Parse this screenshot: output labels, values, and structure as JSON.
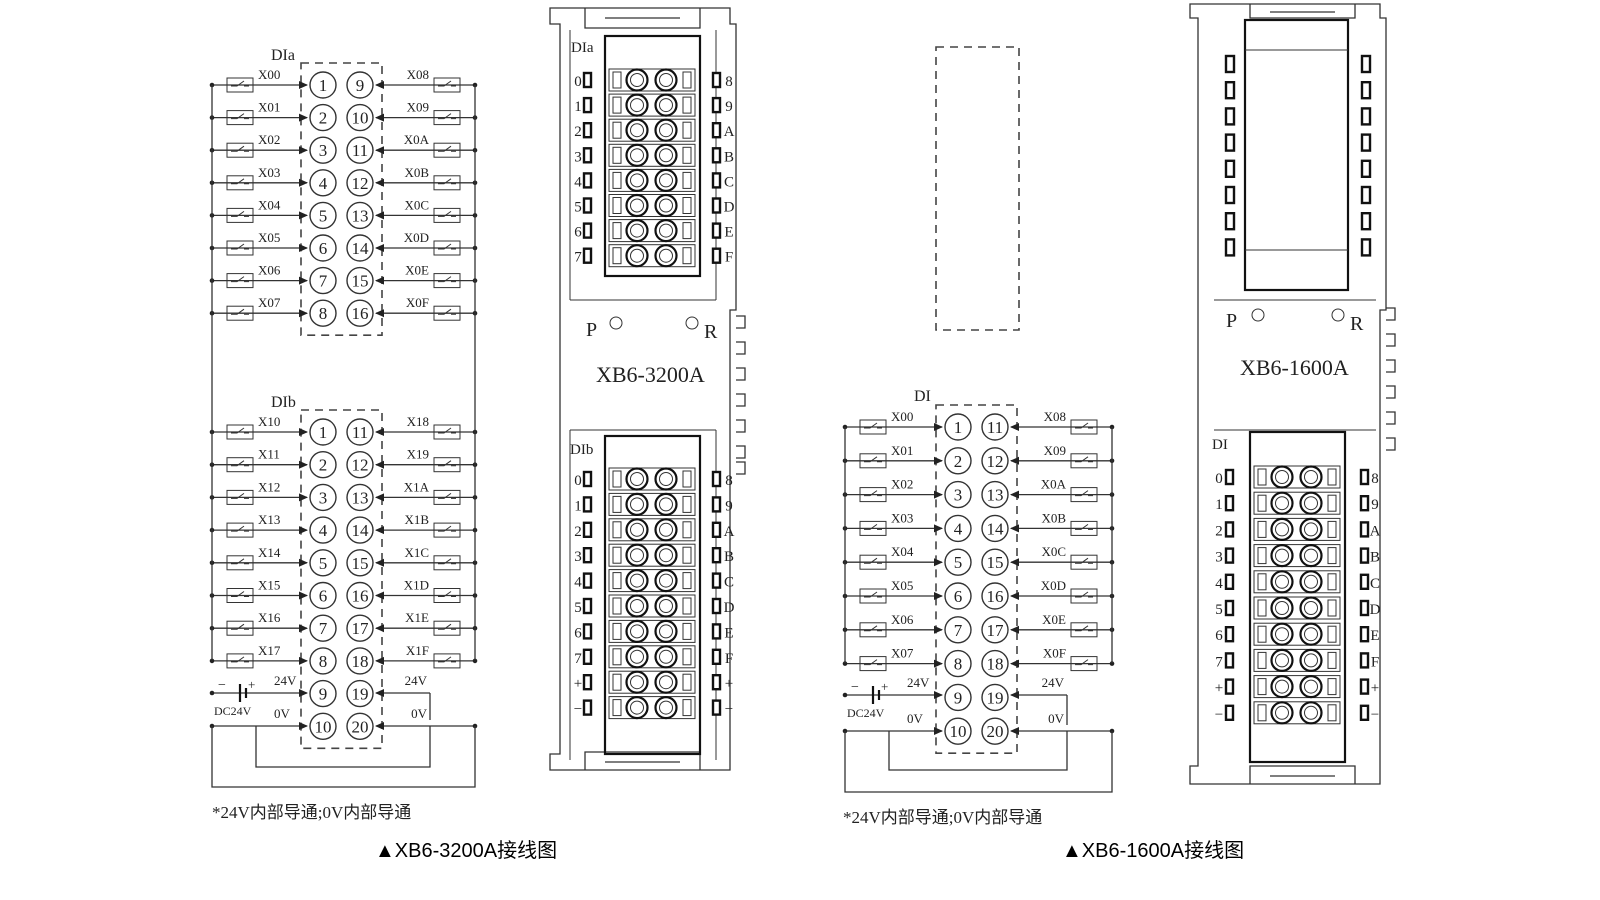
{
  "wiring_3200": {
    "group_a": {
      "title": "DIa",
      "left_labels": [
        "X00",
        "X01",
        "X02",
        "X03",
        "X04",
        "X05",
        "X06",
        "X07"
      ],
      "left_pins": [
        "1",
        "2",
        "3",
        "4",
        "5",
        "6",
        "7",
        "8"
      ],
      "right_labels": [
        "X08",
        "X09",
        "X0A",
        "X0B",
        "X0C",
        "X0D",
        "X0E",
        "X0F"
      ],
      "right_pins": [
        "9",
        "10",
        "11",
        "12",
        "13",
        "14",
        "15",
        "16"
      ]
    },
    "group_b": {
      "title": "DIb",
      "left_labels": [
        "X10",
        "X11",
        "X12",
        "X13",
        "X14",
        "X15",
        "X16",
        "X17"
      ],
      "left_pins": [
        "1",
        "2",
        "3",
        "4",
        "5",
        "6",
        "7",
        "8",
        "9",
        "10"
      ],
      "right_labels": [
        "X18",
        "X19",
        "X1A",
        "X1B",
        "X1C",
        "X1D",
        "X1E",
        "X1F"
      ],
      "right_pins": [
        "11",
        "12",
        "13",
        "14",
        "15",
        "16",
        "17",
        "18",
        "19",
        "20"
      ]
    },
    "power": {
      "v24": "24V",
      "ov": "0V",
      "dc": "DC24V",
      "minus": "−",
      "plus": "+"
    },
    "note": "*24V内部导通;0V内部导通"
  },
  "module_3200": {
    "top_label": "DIa",
    "bottom_label": "DIb",
    "model": "XB6-3200A",
    "p": "P",
    "r": "R",
    "top_left_marks": [
      "0",
      "1",
      "2",
      "3",
      "4",
      "5",
      "6",
      "7"
    ],
    "top_right_marks": [
      "8",
      "9",
      "A",
      "B",
      "C",
      "D",
      "E",
      "F"
    ],
    "bottom_left_marks": [
      "0",
      "1",
      "2",
      "3",
      "4",
      "5",
      "6",
      "7",
      "+",
      "−"
    ],
    "bottom_right_marks": [
      "8",
      "9",
      "A",
      "B",
      "C",
      "D",
      "E",
      "F",
      "+",
      "−"
    ]
  },
  "wiring_1600": {
    "title": "DI",
    "left_labels": [
      "X00",
      "X01",
      "X02",
      "X03",
      "X04",
      "X05",
      "X06",
      "X07"
    ],
    "left_pins": [
      "1",
      "2",
      "3",
      "4",
      "5",
      "6",
      "7",
      "8",
      "9",
      "10"
    ],
    "right_labels": [
      "X08",
      "X09",
      "X0A",
      "X0B",
      "X0C",
      "X0D",
      "X0E",
      "X0F"
    ],
    "right_pins": [
      "11",
      "12",
      "13",
      "14",
      "15",
      "16",
      "17",
      "18",
      "19",
      "20"
    ],
    "power": {
      "v24": "24V",
      "ov": "0V",
      "dc": "DC24V",
      "minus": "−",
      "plus": "+"
    },
    "note": "*24V内部导通;0V内部导通"
  },
  "module_1600": {
    "label": "DI",
    "model": "XB6-1600A",
    "p": "P",
    "r": "R",
    "left_marks": [
      "0",
      "1",
      "2",
      "3",
      "4",
      "5",
      "6",
      "7",
      "+",
      "−"
    ],
    "right_marks": [
      "8",
      "9",
      "A",
      "B",
      "C",
      "D",
      "E",
      "F",
      "+",
      "−"
    ]
  },
  "captions": {
    "left": "▲XB6-3200A接线图",
    "right": "▲XB6-1600A接线图"
  }
}
